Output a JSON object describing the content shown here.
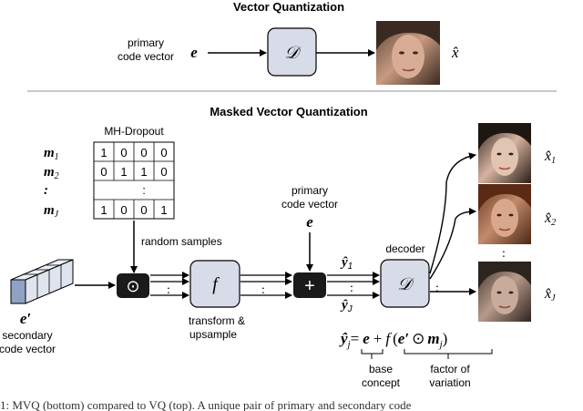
{
  "top": {
    "title": "Vector Quantization",
    "primary_label_line1": "primary",
    "primary_label_line2": "code vector",
    "e_symbol": "e",
    "decoder_symbol": "𝒟",
    "output_symbol": "x̂"
  },
  "bottom": {
    "title": "Masked Vector Quantization",
    "mh_dropout_label": "MH-Dropout",
    "mask_rows": [
      {
        "label": "m",
        "sub": "1",
        "bits": [
          "1",
          "0",
          "0",
          "0"
        ]
      },
      {
        "label": "m",
        "sub": "2",
        "bits": [
          "0",
          "1",
          "1",
          "0"
        ]
      },
      {
        "label": ":",
        "sub": "",
        "bits": [
          "",
          "",
          ":",
          ""
        ]
      },
      {
        "label": "m",
        "sub": "J",
        "bits": [
          "1",
          "0",
          "0",
          "1"
        ]
      }
    ],
    "random_samples_label": "random samples",
    "secondary_symbol": "e′",
    "secondary_label_line1": "secondary",
    "secondary_label_line2": "code vector",
    "odot_symbol": "⊙",
    "f_symbol": "f",
    "transform_line1": "transform &",
    "transform_line2": "upsample",
    "primary_label_line1": "primary",
    "primary_label_line2": "code vector",
    "e_symbol": "e",
    "plus_symbol": "+",
    "y1_label": "ŷ",
    "y1_sub": "1",
    "yJ_label": "ŷ",
    "yJ_sub": "J",
    "decoder_label": "decoder",
    "decoder_symbol": "𝒟",
    "dots": ":",
    "outputs": [
      {
        "symbol": "x̂",
        "sub": "1"
      },
      {
        "symbol": "x̂",
        "sub": "2"
      },
      {
        "symbol": "x̂",
        "sub": "J"
      }
    ],
    "equation": "ŷ j = e + f (e′ ⊙ m j)",
    "eq_lhs": "ŷ",
    "eq_lhs_sub": "j",
    "eq_eq": "=",
    "eq_e": "e",
    "eq_plus": "+",
    "eq_f": "f",
    "eq_paren_open": "(",
    "eq_eprime": "e′",
    "eq_odot": "⊙",
    "eq_m": "m",
    "eq_m_sub": "j",
    "eq_paren_close": ")",
    "base_line1": "base",
    "base_line2": "concept",
    "factor_line1": "factor of",
    "factor_line2": "variation"
  },
  "caption_fragment": "1: MVQ (bottom) compared to VQ (top). A unique pair of primary and secondary code"
}
